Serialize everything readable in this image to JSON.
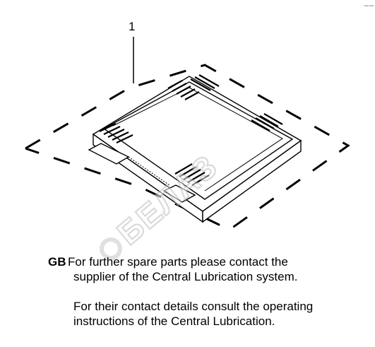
{
  "callout": {
    "number": "1"
  },
  "corner_mark": "– –",
  "note": {
    "language_tag": "GB",
    "line1": "For further spare parts please contact the",
    "line2": "supplier of the Central Lubrication system.",
    "line3": "For their contact details consult the operating",
    "line4": "instructions of the Central Lubrication."
  },
  "watermark": {
    "text": "БЕЛАЗ"
  },
  "colors": {
    "ink": "#000000",
    "watermark": "#c8c8c8",
    "background": "#ffffff"
  }
}
